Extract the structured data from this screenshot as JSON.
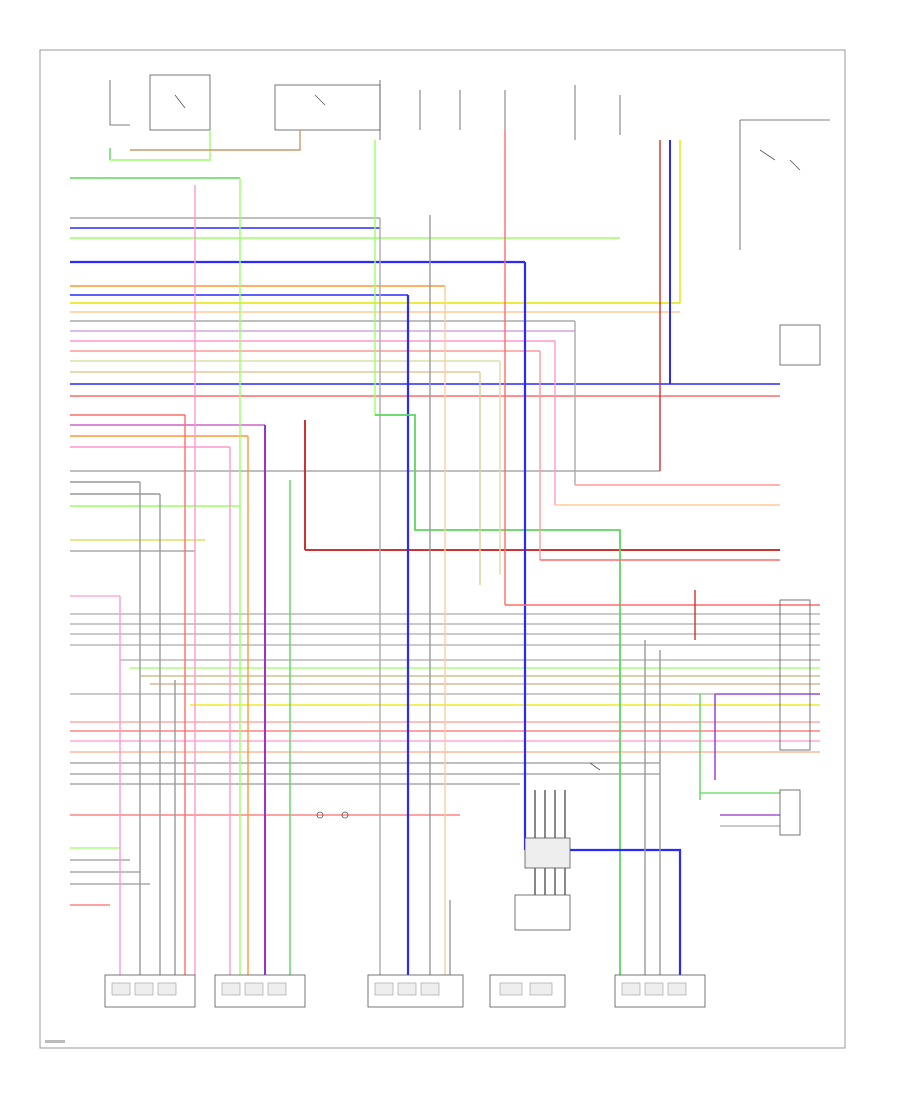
{
  "diagram": {
    "footer_code": "",
    "components": [
      {
        "id": "lf-spk",
        "label": ""
      },
      {
        "id": "rf-spk",
        "label": ""
      },
      {
        "id": "rr-spk",
        "label": ""
      },
      {
        "id": "dual-spk",
        "label": ""
      },
      {
        "id": "lr-spk",
        "label": ""
      }
    ],
    "wire_colors": {
      "red": "#ff6b6b",
      "blue": "#2a2aff",
      "green": "#5cd65c",
      "yellow": "#e6e600",
      "orange": "#ff9933",
      "purple": "#9933cc",
      "gray": "#aaaaaa",
      "pink": "#ff99cc",
      "darkred": "#cc3333",
      "lightgreen": "#99ff66",
      "black": "#444444"
    }
  }
}
